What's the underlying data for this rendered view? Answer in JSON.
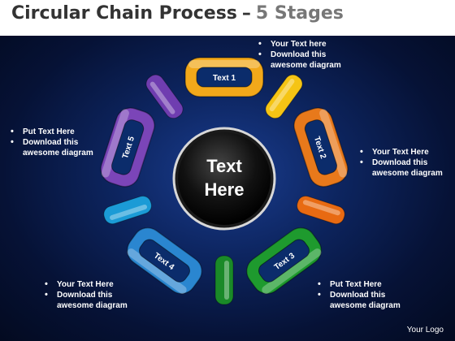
{
  "title": {
    "main": "Circular Chain Process",
    "dash": "–",
    "stages": "5 Stages"
  },
  "center": {
    "line1": "Text",
    "line2": "Here"
  },
  "links": [
    {
      "label": "Text 1",
      "color": "#f2a81a"
    },
    {
      "label": "Text 2",
      "color": "#e8791b"
    },
    {
      "label": "Text 3",
      "color": "#1e9a2e"
    },
    {
      "label": "Text 4",
      "color": "#2a86d0"
    },
    {
      "label": "Text 5",
      "color": "#7b45b8"
    }
  ],
  "connector_colors": [
    "#f5c414",
    "#e86a12",
    "#1a8a28",
    "#1b9bd6",
    "#6f3db0"
  ],
  "callouts": {
    "top": [
      "Your Text  here",
      "Download this awesome diagram"
    ],
    "right": [
      "Your Text Here",
      "Download this awesome diagram"
    ],
    "left": [
      "Put Text Here",
      "Download this awesome diagram"
    ],
    "bottom_left": [
      "Your Text Here",
      "Download this awesome diagram"
    ],
    "bottom_right": [
      "Put Text Here",
      "Download this awesome diagram"
    ]
  },
  "logo": "Your Logo"
}
